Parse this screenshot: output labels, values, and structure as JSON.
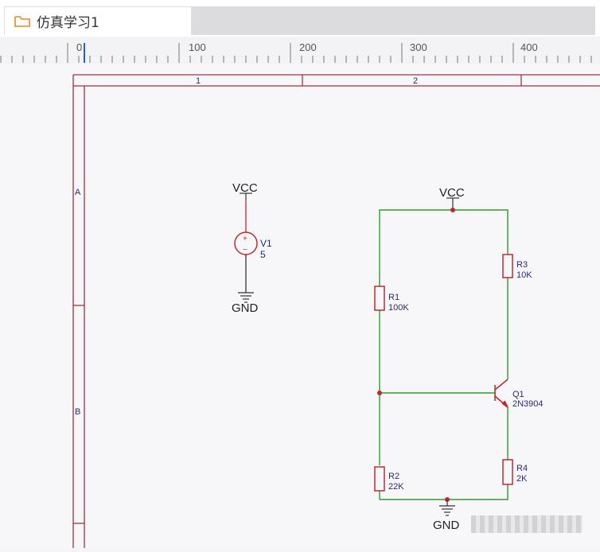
{
  "tab": {
    "title": "仿真学习1",
    "icon": "folder-icon"
  },
  "ruler": {
    "labels": [
      "0",
      "100",
      "200",
      "300",
      "400"
    ]
  },
  "frame": {
    "columns": [
      "1",
      "2"
    ],
    "rows": [
      "A",
      "B"
    ]
  },
  "schematic": {
    "power_left": {
      "vcc": "VCC",
      "gnd": "GND",
      "name": "V1",
      "value": "5",
      "plus": "+",
      "minus": "−"
    },
    "vcc_right": "VCC",
    "gnd_bottom": "GND",
    "r1": {
      "name": "R1",
      "value": "100K"
    },
    "r2": {
      "name": "R2",
      "value": "22K"
    },
    "r3": {
      "name": "R3",
      "value": "10K"
    },
    "r4": {
      "name": "R4",
      "value": "2K"
    },
    "q1": {
      "name": "Q1",
      "value": "2N3904"
    }
  },
  "colors": {
    "wire": "#2e9a2e",
    "component": "#c0282d",
    "frame": "#a0323c",
    "text": "#2a2a6a",
    "cursor": "#1e62d0"
  }
}
